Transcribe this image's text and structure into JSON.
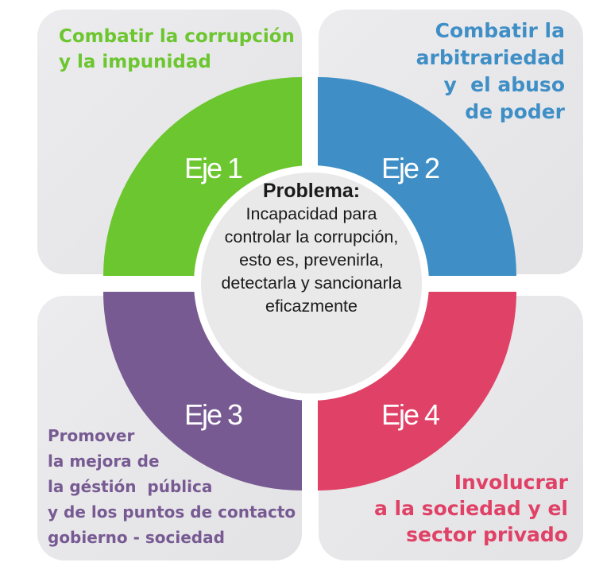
{
  "axes": [
    {
      "label": "Eje 1",
      "title": "Combatir la corrupción\ny la impunidad",
      "color": "#6cc62f"
    },
    {
      "label": "Eje 2",
      "title": "Combatir la\narbitrariedad\ny  el abuso\nde poder",
      "color": "#3f8fc6"
    },
    {
      "label": "Eje 3",
      "title": "Promover\nla mejora de\nla géstión  pública\ny de los puntos de contacto\ngobierno - sociedad",
      "color": "#775a92"
    },
    {
      "label": "Eje 4",
      "title": "Involucrar\na la sociedad y el\nsector privado",
      "color": "#e04166"
    }
  ],
  "center": {
    "heading": "Problema:",
    "text": "Incapacidad para\ncontrolar la corrupción,\nesto es, prevenirla,\ndetectarla y sancionarla\neficazmente"
  }
}
